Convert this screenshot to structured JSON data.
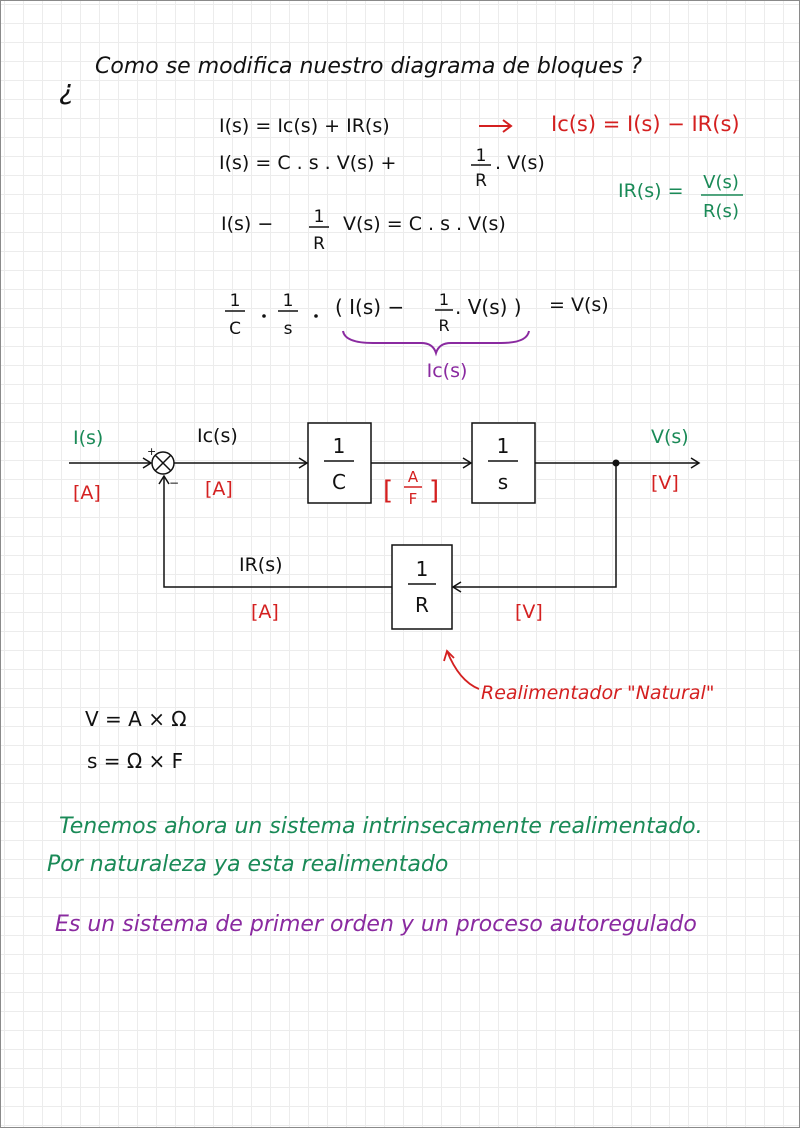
{
  "colors": {
    "ink": "#111111",
    "red": "#d42020",
    "green": "#1a8a57",
    "purple": "#8a2aa0",
    "grid": "#ececec"
  },
  "title": {
    "question_mark": "¿",
    "text": "Como se modifica nuestro diagrama de bloques ?"
  },
  "equations": {
    "eq1": "I(s) = Ic(s) + IR(s)",
    "eq1_result": "Ic(s) = I(s) − IR(s)",
    "eq2_left": "I(s) =  C . s . V(s)  +",
    "eq2_frac_num": "1",
    "eq2_frac_den": "R",
    "eq2_right": ". V(s)",
    "ir_lhs": "IR(s) =",
    "ir_num": "V(s)",
    "ir_den": "R(s)",
    "eq3_left": "I(s) −",
    "eq3_frac_num": "1",
    "eq3_frac_den": "R",
    "eq3_right": "V(s) =  C . s . V(s)",
    "eq4_f1_num": "1",
    "eq4_f1_den": "C",
    "eq4_f2_num": "1",
    "eq4_f2_den": "s",
    "eq4_paren_left": "( I(s) −",
    "eq4_inner_num": "1",
    "eq4_inner_den": "R",
    "eq4_paren_right": ". V(s) )",
    "eq4_rhs": "= V(s)",
    "brace_label": "Ic(s)"
  },
  "diagram": {
    "input_label": "I(s)",
    "input_unit": "[A]",
    "ic_label": "Ic(s)",
    "ic_unit": "[A]",
    "block1_num": "1",
    "block1_den": "C",
    "mid_unit_num": "A",
    "mid_unit_den": "F",
    "block2_num": "1",
    "block2_den": "s",
    "output_label": "V(s)",
    "output_unit": "[V]",
    "feedback_label": "IR(s)",
    "feedback_unit": "[A]",
    "block3_num": "1",
    "block3_den": "R",
    "feedback_in_unit": "[V]",
    "sum_plus": "+",
    "sum_minus": "−",
    "annotation": "Realimentador \"Natural\""
  },
  "units": {
    "u1": "V = A × Ω",
    "u2": "s = Ω × F"
  },
  "notes": {
    "green1": "Tenemos ahora un sistema intrinsecamente realimentado.",
    "green2": "Por naturaleza ya esta realimentado",
    "purple": "Es un sistema de primer orden y un proceso autoregulado"
  }
}
